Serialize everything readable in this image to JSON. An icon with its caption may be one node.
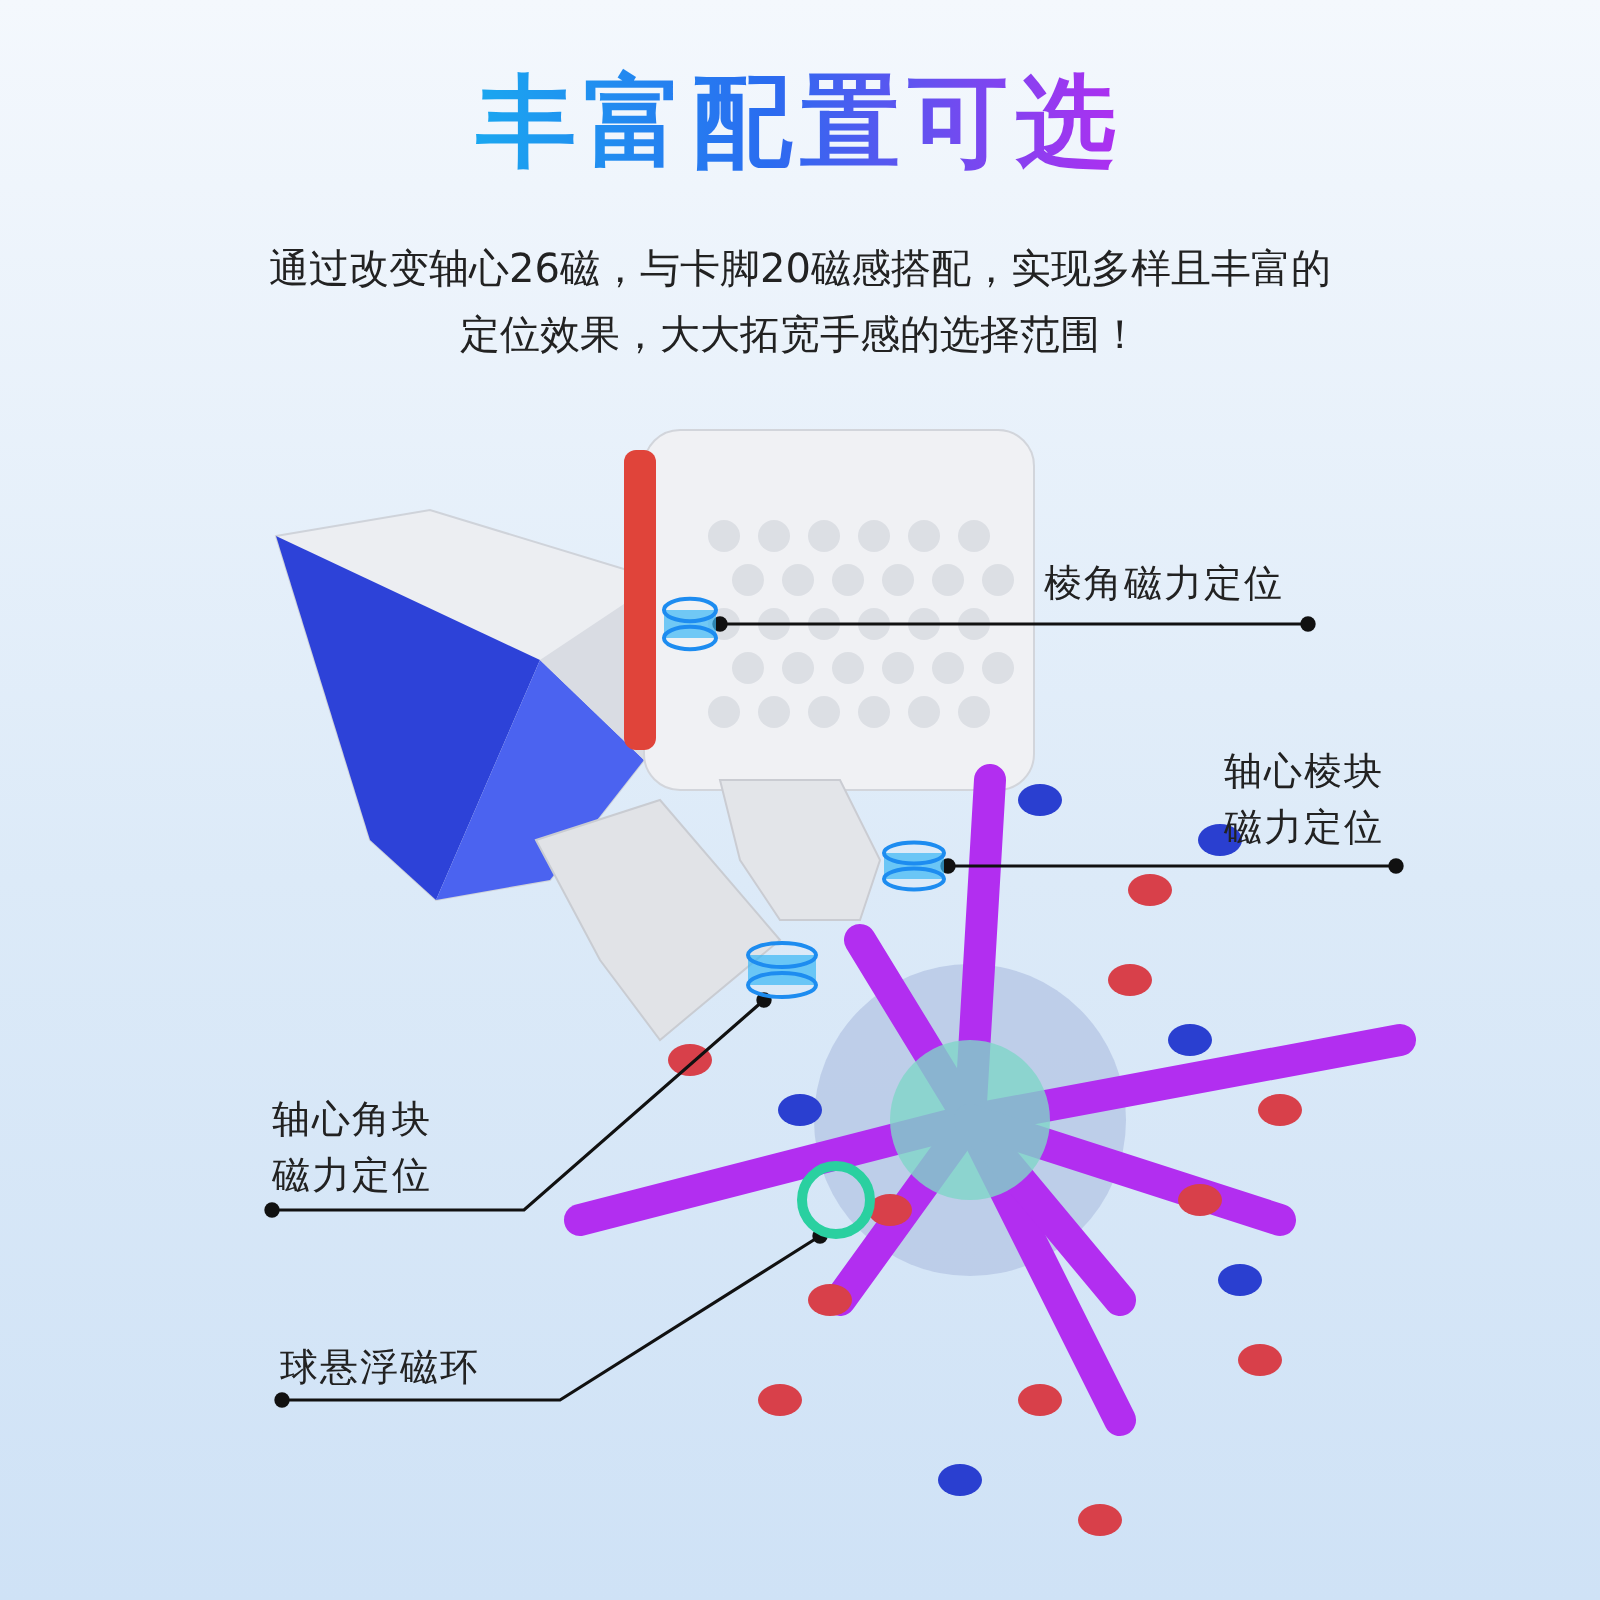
{
  "diagram": {
    "title": "丰富配置可选",
    "nodes": [
      {
        "text": [
          "棱角磁力定位"
        ]
      },
      {
        "text": [
          "轴心棱块磁力定位"
        ]
      },
      {
        "text": [
          "轴心角块磁力定位"
        ]
      },
      {
        "text": [
          "球悬浮磁环"
        ]
      },
      {
        "text": [],
        "shape": "cylinder"
      },
      {
        "text": [],
        "shape": "cylinder"
      },
      {
        "text": [],
        "shape": "cylinder"
      },
      {
        "text": [],
        "shape": "circle"
      }
    ],
    "edges": [
      {
        "from": 0,
        "to": 4,
        "arrow": "other"
      },
      {
        "from": 1,
        "to": 5,
        "arrow": "other"
      },
      {
        "from": 2,
        "to": 6,
        "arrow": "other"
      },
      {
        "from": 3,
        "to": 7,
        "arrow": "other"
      }
    ],
    "labels": [
      "通过改变轴心26磁，与卡脚20磁感搭配，实现多样且丰富的定位效果，大大拓宽手感的选择范围！"
    ]
  }
}
